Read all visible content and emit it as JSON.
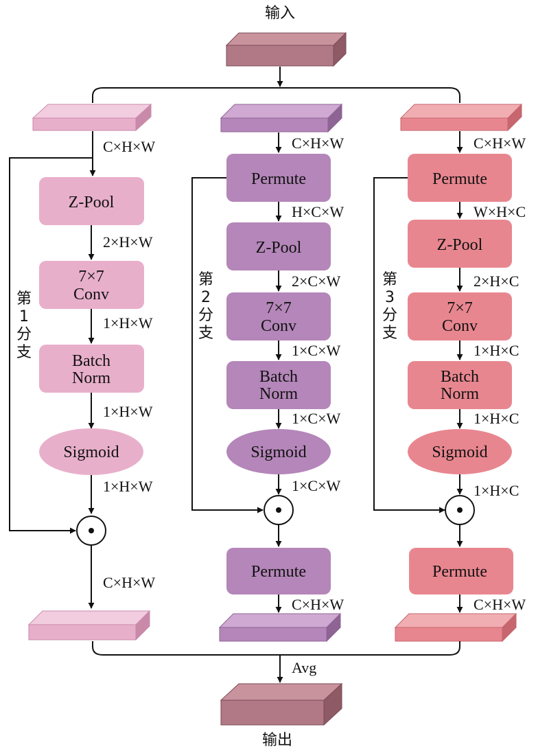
{
  "input_label": "输入",
  "output_label": "输出",
  "avg_label": "Avg",
  "branches": [
    {
      "name": "第1分支",
      "name_chars": [
        "第",
        "1",
        "分",
        "支"
      ],
      "color": "#e8afcb",
      "color_top": "#f2cde0",
      "color_side": "#c98aa9",
      "input_dim": "C×H×W",
      "permute_label": "",
      "after_permute_dim": "",
      "zpool_label": "Z-Pool",
      "zpool_dim": "2×H×W",
      "conv_label": [
        "7×7",
        "Conv"
      ],
      "conv_dim": "1×H×W",
      "bn_label": [
        "Batch",
        "Norm"
      ],
      "bn_dim": "1×H×W",
      "sigmoid_label": "Sigmoid",
      "sigmoid_dim": "1×H×W",
      "out_dim": "C×H×W"
    },
    {
      "name": "第2分支",
      "name_chars": [
        "第",
        "2",
        "分",
        "支"
      ],
      "color": "#b486b9",
      "color_top": "#cfa9d2",
      "color_side": "#8e6494",
      "input_dim": "C×H×W",
      "permute_label": "Permute",
      "after_permute_dim": "H×C×W",
      "zpool_label": "Z-Pool",
      "zpool_dim": "2×C×W",
      "conv_label": [
        "7×7",
        "Conv"
      ],
      "conv_dim": "1×C×W",
      "bn_label": [
        "Batch",
        "Norm"
      ],
      "bn_dim": "1×C×W",
      "sigmoid_label": "Sigmoid",
      "sigmoid_dim": "1×C×W",
      "permute_back_label": "Permute",
      "out_dim": "C×H×W"
    },
    {
      "name": "第3分支",
      "name_chars": [
        "第",
        "3",
        "分",
        "支"
      ],
      "color": "#e8868f",
      "color_top": "#f0aeb2",
      "color_side": "#c7666e",
      "input_dim": "C×H×W",
      "permute_label": "Permute",
      "after_permute_dim": "W×H×C",
      "zpool_label": "Z-Pool",
      "zpool_dim": "2×H×C",
      "conv_label": [
        "7×7",
        "Conv"
      ],
      "conv_dim": "1×H×C",
      "bn_label": [
        "Batch",
        "Norm"
      ],
      "bn_dim": "1×H×C",
      "sigmoid_label": "Sigmoid",
      "sigmoid_dim": "1×H×C",
      "permute_back_label": "Permute",
      "out_dim": "C×H×W"
    }
  ],
  "colors": {
    "io_front": "#b07985",
    "io_top": "#c9939e",
    "io_side": "#8e5a66",
    "line": "#111111"
  }
}
